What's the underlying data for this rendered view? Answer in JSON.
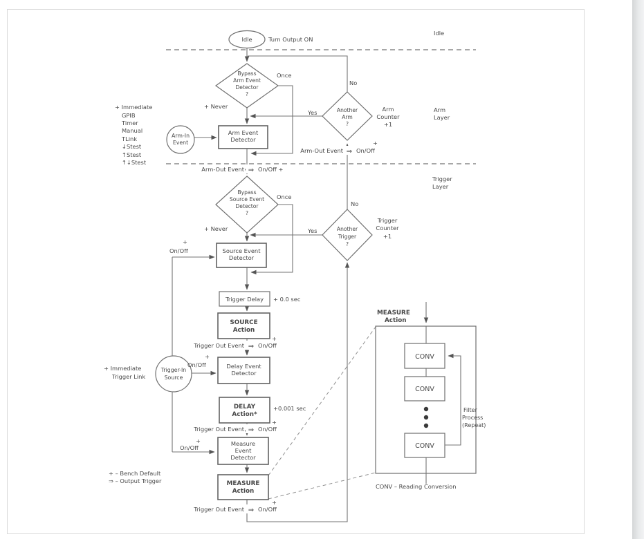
{
  "figure": {
    "border_color": "#d9d9d9",
    "layer_labels": {
      "idle": "Idle",
      "arm": {
        "l1": "Arm",
        "l2": "Layer"
      },
      "trigger": {
        "l1": "Trigger",
        "l2": "Layer"
      }
    }
  },
  "symbols": {
    "output_trigger_arrow": "⇒",
    "bench_default_plus": "+"
  },
  "legend": {
    "bench_default": "+ – Bench Default",
    "output_trigger": "⇒ – Output Trigger"
  },
  "idle_state": {
    "oval": "Idle",
    "note": "Turn Output ON"
  },
  "arm_layer": {
    "bypass": {
      "l1": "Bypass",
      "l2": "Arm Event",
      "l3": "Detector",
      "l4": "?"
    },
    "once": "Once",
    "never": "+ Never",
    "sources": [
      "+ Immediate",
      "GPIB",
      "Timer",
      "Manual",
      "TLink",
      "↓Stest",
      "↑Stest",
      "↑↓Stest"
    ],
    "arm_in_event": {
      "l1": "Arm-In",
      "l2": "Event"
    },
    "arm_event_detector": {
      "l1": "Arm Event",
      "l2": "Detector"
    },
    "another_arm": {
      "l1": "Another",
      "l2": "Arm",
      "l3": "?"
    },
    "yes": "Yes",
    "no": "No",
    "arm_counter": {
      "l1": "Arm",
      "l2": "Counter",
      "l3": "+1"
    },
    "arm_out_event": "Arm-Out Event",
    "on_off": "On/Off",
    "plus": "+",
    "on_off_plus": "On/Off +"
  },
  "trigger_layer": {
    "bypass": {
      "l1": "Bypass",
      "l2": "Source Event",
      "l3": "Detector",
      "l4": "?"
    },
    "once": "Once",
    "never": "+ Never",
    "another_trigger": {
      "l1": "Another",
      "l2": "Trigger",
      "l3": "?"
    },
    "yes": "Yes",
    "no": "No",
    "trigger_counter": {
      "l1": "Trigger",
      "l2": "Counter",
      "l3": "+1"
    },
    "on_off": "On/Off",
    "plus": "+",
    "source_event_detector": {
      "l1": "Source Event",
      "l2": "Detector"
    },
    "trigger_delay": {
      "label": "Trigger Delay",
      "value": "+ 0.0 sec"
    },
    "source_action": {
      "l1": "SOURCE",
      "l2": "Action"
    },
    "trigger_out_event": "Trigger Out Event",
    "trigger_in_source": {
      "l1": "Trigger-In",
      "l2": "Source"
    },
    "immediate_trigger_link": {
      "l1": "+ Immediate",
      "l2": "Trigger Link"
    },
    "delay_event_detector": {
      "l1": "Delay Event",
      "l2": "Detector"
    },
    "delay_action": {
      "l1": "DELAY",
      "l2": "Action*",
      "value": "+0.001 sec"
    },
    "measure_event_detector": {
      "l1": "Measure",
      "l2": "Event",
      "l3": "Detector"
    },
    "measure_action": {
      "l1": "MEASURE",
      "l2": "Action"
    }
  },
  "measure_detail": {
    "title": {
      "l1": "MEASURE",
      "l2": "Action"
    },
    "conv1": "CONV",
    "conv2": "CONV",
    "conv3": "CONV",
    "filter_process": {
      "l1": "Filter",
      "l2": "Process",
      "l3": "(Repeat)"
    },
    "footnote": "CONV – Reading Conversion"
  }
}
